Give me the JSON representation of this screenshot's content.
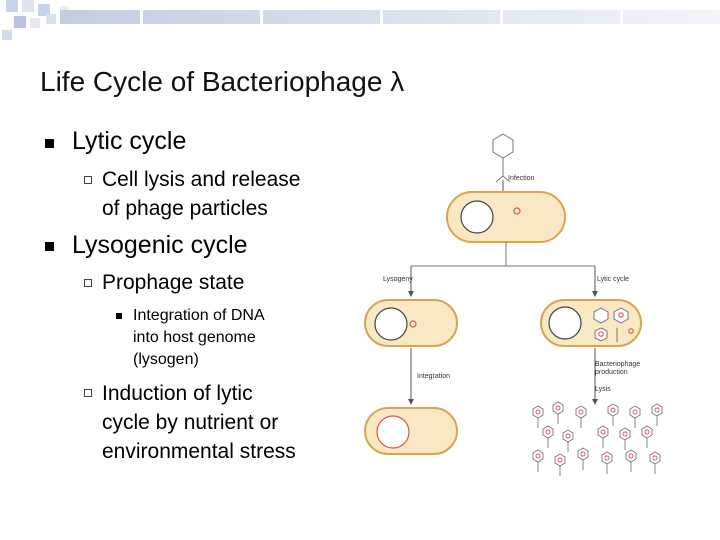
{
  "slide": {
    "title": "Life Cycle of Bacteriophage λ",
    "bullets": {
      "lytic": {
        "heading": "Lytic cycle",
        "sub": [
          "Cell lysis and release",
          "of phage particles"
        ]
      },
      "lysogenic": {
        "heading": "Lysogenic cycle",
        "prophage": "Prophage  state",
        "integration": [
          "Integration of DNA",
          "into host genome",
          "(lysogen)"
        ],
        "induction": [
          "Induction of lytic",
          "cycle by nutrient or",
          "environmental stress"
        ]
      }
    }
  },
  "diagram": {
    "labels": {
      "infection": "Infection",
      "lysogeny": "Lysogeny",
      "lytic_cycle": "Lytic cycle",
      "integration": "Integration",
      "production": [
        "Bacteriophage",
        "production"
      ],
      "lysis": "Lysis"
    }
  },
  "colors": {
    "cell_fill": "#f8e8c4",
    "cell_border": "#d9a650",
    "phage_red": "#d9534f",
    "square_blue": "#b7c7e6",
    "square_grey": "#d4d4d4"
  }
}
